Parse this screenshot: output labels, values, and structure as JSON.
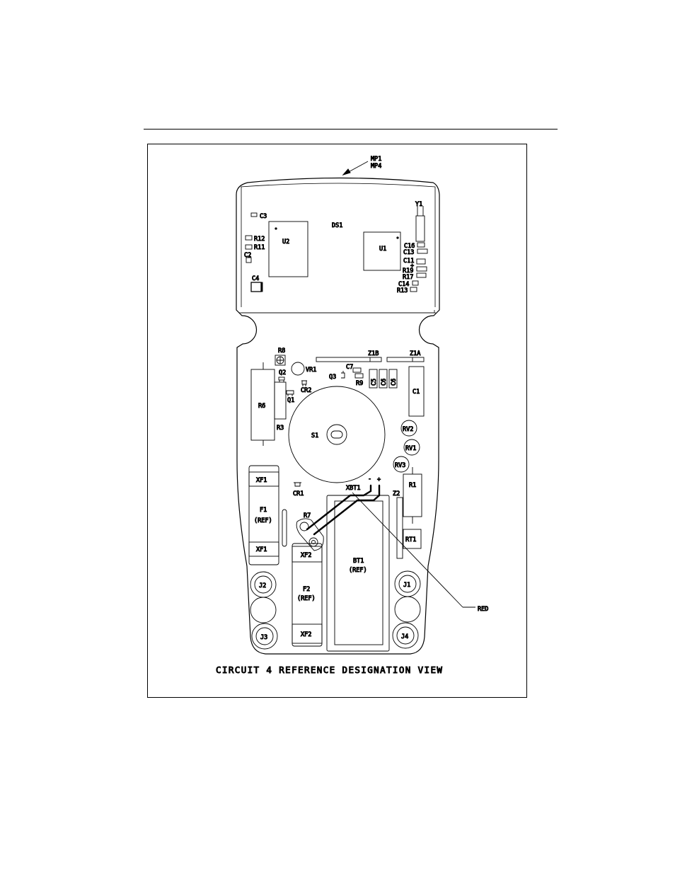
{
  "caption": "CIRCUIT 4 REFERENCE DESIGNATION VIEW",
  "callouts": {
    "mp1": "MP1",
    "mp4": "MP4",
    "red": "RED"
  },
  "labels": {
    "ds1": "DS1",
    "y1": "Y1",
    "c3": "C3",
    "r12": "R12",
    "r11": "R11",
    "c2": "C2",
    "u2": "U2",
    "u1": "U1",
    "c4": "C4",
    "c16": "C16",
    "c13": "C13",
    "c11": "C11",
    "plus_c11": "+",
    "r19": "R19",
    "r17": "R17",
    "c14": "C14",
    "r13": "R13",
    "r8": "R8",
    "z1b": "Z1B",
    "z1a": "Z1A",
    "q2": "Q2",
    "vr1": "VR1",
    "c7": "C7",
    "q3": "Q3",
    "r9": "R9",
    "c5": "C5",
    "c6a": "C6",
    "c6b": "C6",
    "c1": "C1",
    "cr2": "CR2",
    "q1": "Q1",
    "r6": "R6",
    "r3": "R3",
    "s1": "S1",
    "rv2": "RV2",
    "rv1": "RV1",
    "rv3": "RV3",
    "minus": "-",
    "plus": "+",
    "xbt1": "XBT1",
    "r1": "R1",
    "z2": "Z2",
    "cr1": "CR1",
    "xf1_top": "XF1",
    "f1": "F1",
    "f1_ref": "(REF)",
    "xf1_bot": "XF1",
    "r7": "R7",
    "xf2_top": "XF2",
    "bt1": "BT1",
    "bt1_ref": "(REF)",
    "rt1": "RT1",
    "j2": "J2",
    "j1": "J1",
    "f2": "F2",
    "f2_ref": "(REF)",
    "j3": "J3",
    "xf2_bot": "XF2",
    "j4": "J4"
  }
}
